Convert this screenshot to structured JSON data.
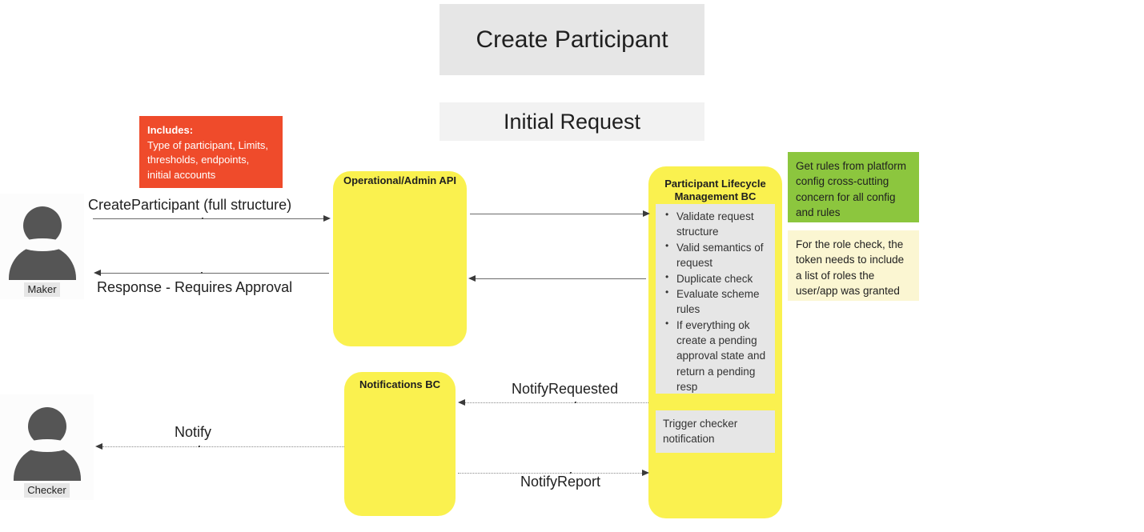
{
  "diagram": {
    "title": "Create Participant",
    "subtitle": "Initial Request"
  },
  "actors": [
    {
      "id": "maker",
      "label": "Maker",
      "icon": "person-avatar-icon"
    },
    {
      "id": "checker",
      "label": "Checker",
      "icon": "person-avatar-icon"
    }
  ],
  "lifelines": [
    {
      "id": "api",
      "title": "Operational/Admin API"
    },
    {
      "id": "plm",
      "title": "Participant Lifecycle\nManagement BC",
      "title_line1": "Participant Lifecycle",
      "title_line2": "Management BC"
    },
    {
      "id": "notifications",
      "title": "Notifications BC"
    }
  ],
  "panels": {
    "steps": [
      "Validate request structure",
      "Valid semantics of request",
      "Duplicate check",
      "Evaluate scheme rules",
      "If everything ok create a pending approval state and return a pending resp"
    ],
    "trigger": "Trigger checker notification"
  },
  "notes": {
    "includes": {
      "heading": "Includes:",
      "body": "Type of participant, Limits, thresholds, endpoints, initial accounts",
      "color": "#ef4b2b"
    },
    "green": {
      "body": "Get rules from platform config cross-cutting concern for all config and rules",
      "color": "#8cc63e"
    },
    "pale_yellow": {
      "body": "For the role check, the token needs to include a list of roles the user/app was granted",
      "color": "#fbf6d2"
    }
  },
  "messages": [
    {
      "id": "create-participant",
      "label": "CreateParticipant (full structure)",
      "direction": "right",
      "style": "solid"
    },
    {
      "id": "response-requires-approval",
      "label": "Response - Requires Approval",
      "direction": "left",
      "style": "solid"
    },
    {
      "id": "api-to-plm",
      "label": "",
      "direction": "right",
      "style": "solid"
    },
    {
      "id": "plm-to-api",
      "label": "",
      "direction": "left",
      "style": "solid"
    },
    {
      "id": "notify-requested",
      "label": "NotifyRequested",
      "direction": "left",
      "style": "dotted"
    },
    {
      "id": "notify",
      "label": "Notify",
      "direction": "left",
      "style": "dotted"
    },
    {
      "id": "notify-report",
      "label": "NotifyReport",
      "direction": "right",
      "style": "dotted"
    }
  ],
  "colors": {
    "lifeline_yellow": "#faf14f",
    "panel_gray": "#e6e6e6",
    "banner_gray": "#e6e6e6",
    "banner_gray_light": "#f2f2f2",
    "note_red": "#ef4b2b",
    "note_green": "#8cc63e",
    "note_pale_yellow": "#fbf6d2",
    "avatar_gray": "#555555"
  }
}
